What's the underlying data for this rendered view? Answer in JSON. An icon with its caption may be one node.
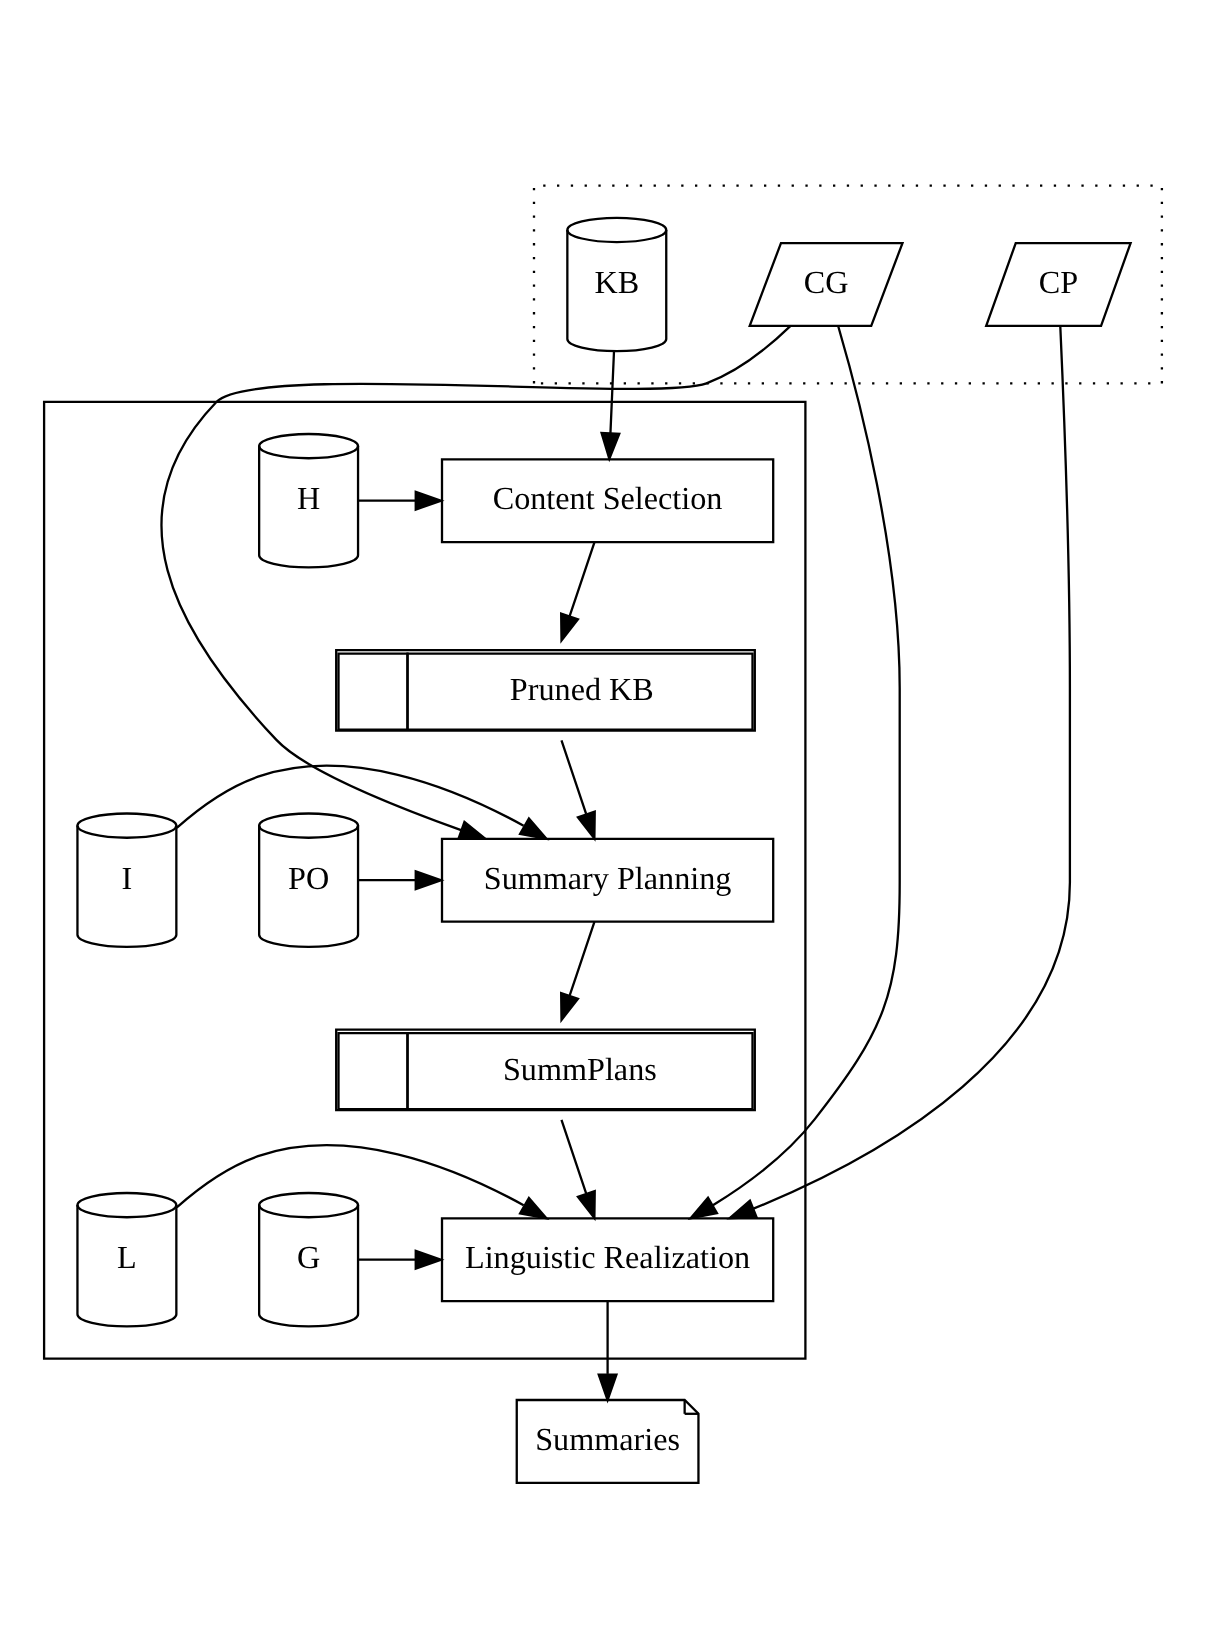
{
  "diagram": {
    "nodes": [
      {
        "text": [],
        "shape": "box"
      },
      {
        "text": [
          "CG"
        ],
        "in": 0
      },
      {
        "text": [
          "CP"
        ],
        "in": 0
      },
      {
        "text": [
          "KB"
        ],
        "in": 0
      },
      {
        "text": [],
        "shape": "box"
      },
      {
        "text": [
          "Content Selection"
        ],
        "in": 4
      },
      {
        "text": [
          "H"
        ],
        "in": 4
      },
      {
        "text": [
          "Pruned KB"
        ],
        "in": 4
      },
      {
        "text": [
          "PO"
        ],
        "in": 4
      },
      {
        "text": [
          "Summary Planning"
        ],
        "in": 4
      },
      {
        "text": [
          "I"
        ],
        "in": 4
      },
      {
        "text": [
          "SummPlans"
        ],
        "in": 4
      },
      {
        "text": [
          "G"
        ],
        "in": 4
      },
      {
        "text": [
          "Linguistic Realization"
        ],
        "in": 4
      },
      {
        "text": [
          "L"
        ],
        "in": 4
      },
      {
        "text": [
          "Summaries"
        ]
      }
    ],
    "edges": [
      {
        "from": 3,
        "to": 5,
        "arrow": "to"
      },
      {
        "from": 6,
        "to": 5,
        "arrow": "to"
      },
      {
        "from": 5,
        "to": 7,
        "arrow": "to"
      },
      {
        "from": 7,
        "to": 9,
        "arrow": "to"
      },
      {
        "from": 1,
        "to": 9,
        "arrow": "to"
      },
      {
        "from": 8,
        "to": 9,
        "arrow": "to"
      },
      {
        "from": 10,
        "to": 9,
        "arrow": "to"
      },
      {
        "from": 9,
        "to": 11,
        "arrow": "to"
      },
      {
        "from": 11,
        "to": 13,
        "arrow": "to"
      },
      {
        "from": 1,
        "to": 13,
        "arrow": "to"
      },
      {
        "from": 2,
        "to": 13,
        "arrow": "to"
      },
      {
        "from": 12,
        "to": 13,
        "arrow": "to"
      },
      {
        "from": 14,
        "to": 13,
        "arrow": "to"
      },
      {
        "from": 13,
        "to": 15,
        "arrow": "to"
      }
    ]
  }
}
